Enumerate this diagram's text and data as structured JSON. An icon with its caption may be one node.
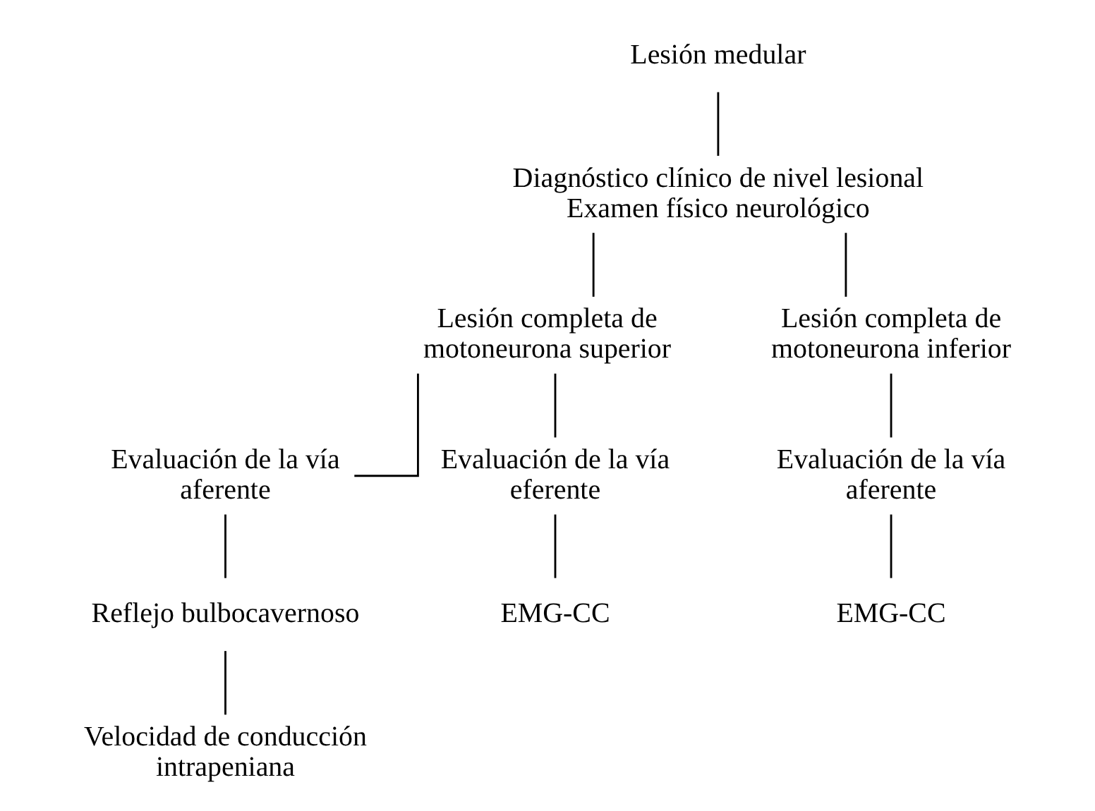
{
  "diagram": {
    "nodes": [
      {
        "text": [
          "Lesión medular"
        ]
      },
      {
        "text": [
          "Diagnóstico clínico de nivel lesional",
          "Examen físico neurológico"
        ]
      },
      {
        "text": [
          "Lesión completa de motoneurona superior"
        ]
      },
      {
        "text": [
          "Lesión completa de motoneurona inferior"
        ]
      },
      {
        "text": [
          "Evaluación de la vía aferente"
        ]
      },
      {
        "text": [
          "Evaluación de la vía eferente"
        ]
      },
      {
        "text": [
          "Reflejo bulbocavernoso"
        ]
      },
      {
        "text": [
          "Velocidad de conducción intrapeniana"
        ]
      },
      {
        "text": [
          "EMG-CC"
        ]
      },
      {
        "text": [
          "Evaluación de la vía aferente"
        ]
      },
      {
        "text": [
          "EMG-CC"
        ]
      }
    ],
    "edges": [
      {
        "from": 0,
        "to": 1,
        "arrow": "none"
      },
      {
        "from": 1,
        "to": 2,
        "arrow": "none"
      },
      {
        "from": 1,
        "to": 3,
        "arrow": "none"
      },
      {
        "from": 2,
        "to": 4,
        "arrow": "none"
      },
      {
        "from": 2,
        "to": 5,
        "arrow": "none"
      },
      {
        "from": 4,
        "to": 6,
        "arrow": "none"
      },
      {
        "from": 6,
        "to": 7,
        "arrow": "none"
      },
      {
        "from": 5,
        "to": 8,
        "arrow": "none"
      },
      {
        "from": 3,
        "to": 9,
        "arrow": "none"
      },
      {
        "from": 9,
        "to": 10,
        "arrow": "none"
      }
    ]
  }
}
